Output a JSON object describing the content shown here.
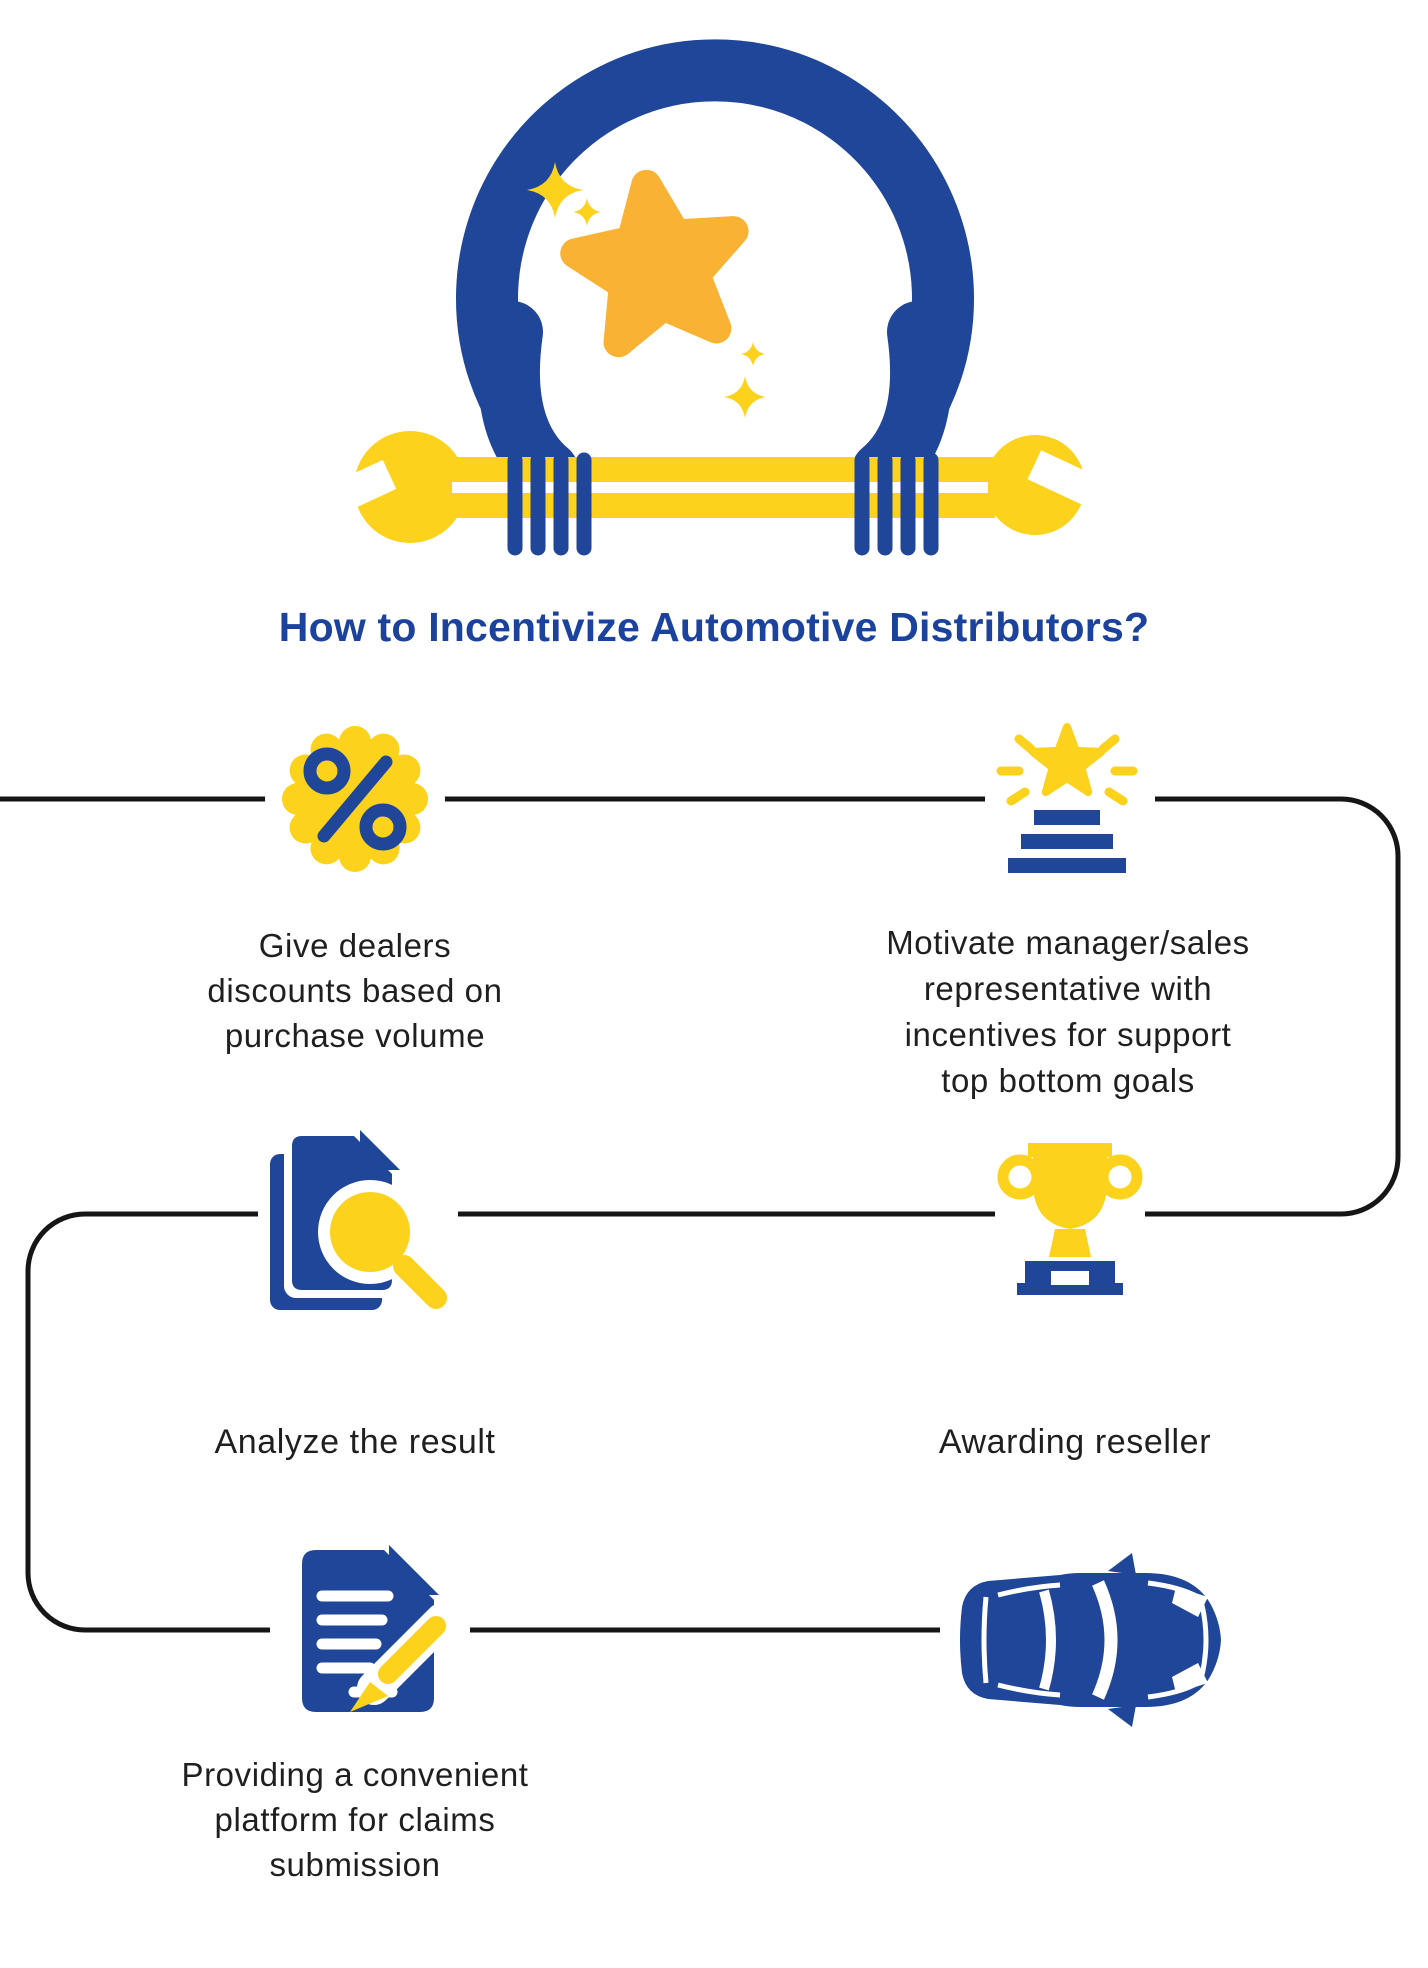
{
  "colors": {
    "blue": "#1f4699",
    "title_blue": "#1b429c",
    "yellow": "#fcd21c",
    "amber": "#f9b233",
    "line": "#161616",
    "text": "#1f1f1f",
    "background": "#ffffff"
  },
  "header": {
    "title": "How to Incentivize Automotive Distributors?",
    "illustration": {
      "description": "two blue hands holding a yellow wrench below a blue ring with an amber star and yellow sparkles",
      "icons": [
        "hands-ring-icon",
        "star-icon",
        "sparkle-icon",
        "wrench-icon"
      ]
    }
  },
  "steps": [
    {
      "icon": "percent-badge-icon",
      "lines": [
        "Give dealers",
        "discounts based on",
        "purchase volume"
      ]
    },
    {
      "icon": "star-podium-icon",
      "lines": [
        "Motivate manager/sales",
        "representative with",
        "incentives for support",
        "top bottom goals"
      ]
    },
    {
      "icon": "document-magnifier-icon",
      "lines": [
        "Analyze the result"
      ]
    },
    {
      "icon": "trophy-icon",
      "lines": [
        "Awarding reseller"
      ]
    },
    {
      "icon": "document-pencil-icon",
      "lines": [
        "Providing a convenient",
        "platform for claims",
        "submission"
      ]
    },
    {
      "icon": "car-top-view-icon",
      "lines": []
    }
  ]
}
